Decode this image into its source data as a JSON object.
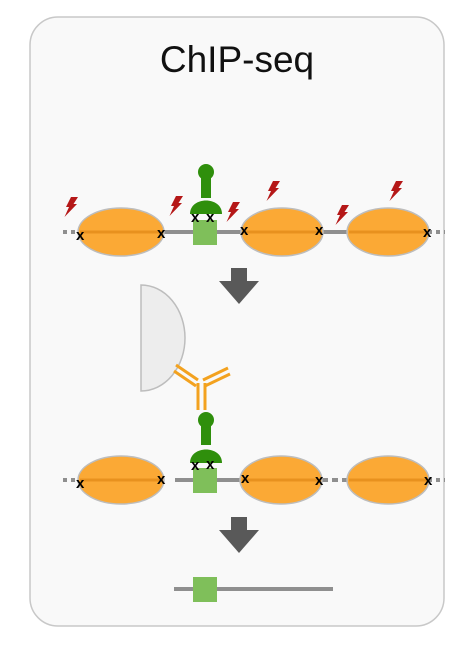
{
  "title": "ChIP-seq",
  "cut_mark": "x",
  "colors": {
    "panel_fill": "#f9f9f9",
    "panel_stroke": "#c8c8c8",
    "nucleosome_fill": "#fba935",
    "nucleosome_stroke": "#bdbdbd",
    "nucleosome_band": "#e8911e",
    "dna": "#8f8f8f",
    "binding_site": "#7fbf5a",
    "protein": "#2f8f0c",
    "antibody": "#f3a21f",
    "bead_fill": "#ededed",
    "bead_stroke": "#bdbdbd",
    "lightning": "#b51818",
    "arrow": "#595959"
  },
  "steps": [
    {
      "name": "fragmentation",
      "nucleosomes": 3,
      "cut_marks": 6,
      "lightning_bolts": 6,
      "protein_bound": true
    },
    {
      "name": "immunoprecipitation",
      "nucleosomes": 3,
      "cut_marks": 6,
      "protein_bound": true,
      "antibody": true,
      "bead": true
    },
    {
      "name": "sequencing-fragment",
      "binding_site": true
    }
  ]
}
